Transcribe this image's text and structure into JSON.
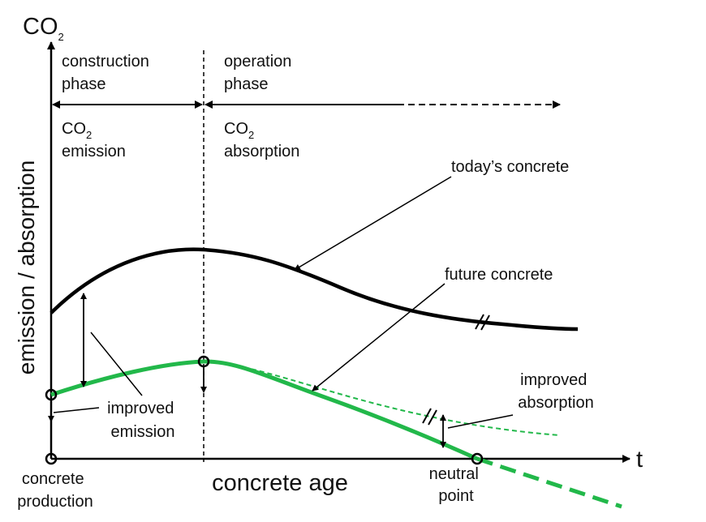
{
  "y_axis": {
    "label_main": "CO",
    "label_sub": "2",
    "side_label": "emission / absorption"
  },
  "x_axis": {
    "label": "t",
    "center_label": "concrete age"
  },
  "phases": {
    "construction": [
      "construction",
      "phase"
    ],
    "operation": [
      "operation",
      "phase"
    ],
    "emission": {
      "main": "CO",
      "sub": "2",
      "line2": "emission"
    },
    "absorption": {
      "main": "CO",
      "sub": "2",
      "line2": "absorption"
    }
  },
  "curves": {
    "today": "today’s concrete",
    "future": "future concrete"
  },
  "annotations": {
    "improved_emission": [
      "improved",
      "emission"
    ],
    "improved_absorption": [
      "improved",
      "absorption"
    ],
    "concrete_production": [
      "concrete",
      "production"
    ],
    "neutral_point": [
      "neutral",
      "point"
    ]
  },
  "colors": {
    "black": "#000000",
    "green": "#22b84a"
  }
}
